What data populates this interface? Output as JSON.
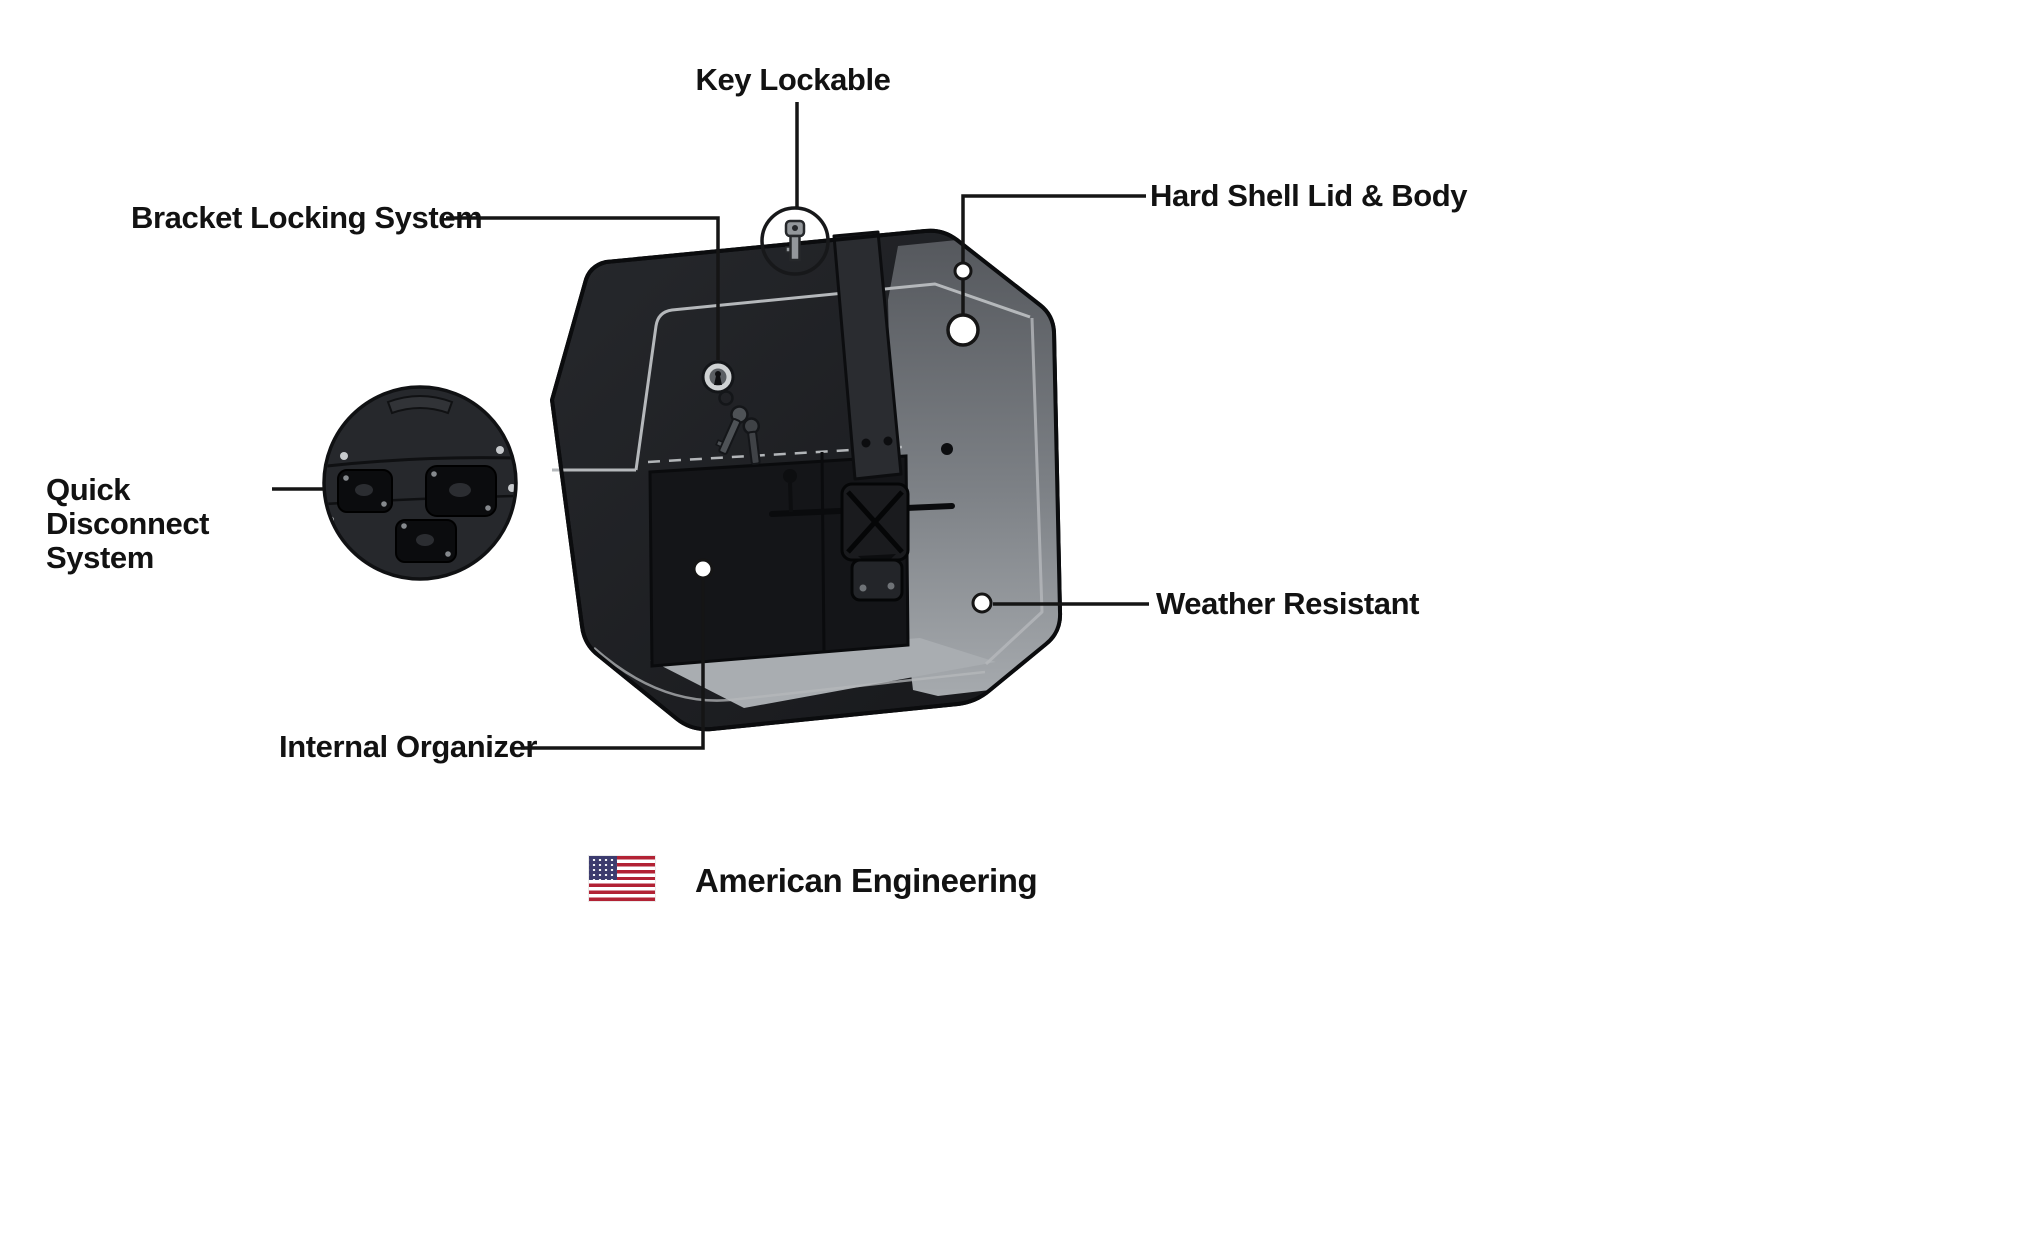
{
  "diagram": {
    "subject": "hard shell motorcycle saddlebag feature diagram"
  },
  "callouts": {
    "key_lockable": {
      "label": "Key Lockable"
    },
    "hard_shell": {
      "label": "Hard Shell Lid & Body"
    },
    "bracket_locking": {
      "label": "Bracket Locking System"
    },
    "quick_disconnect": {
      "label": "Quick Disconnect System"
    },
    "weather_resistant": {
      "label": "Weather Resistant"
    },
    "internal_organizer": {
      "label": "Internal Organizer"
    }
  },
  "footer": {
    "label": "American Engineering",
    "flag_icon": "us-flag-icon"
  },
  "colors": {
    "background": "#ffffff",
    "text": "#121212",
    "leader_line": "#151515",
    "case_dark": "#1e2024",
    "case_gray": "#8e9296",
    "flag_red": "#B22234",
    "flag_blue": "#3C3B6E"
  }
}
